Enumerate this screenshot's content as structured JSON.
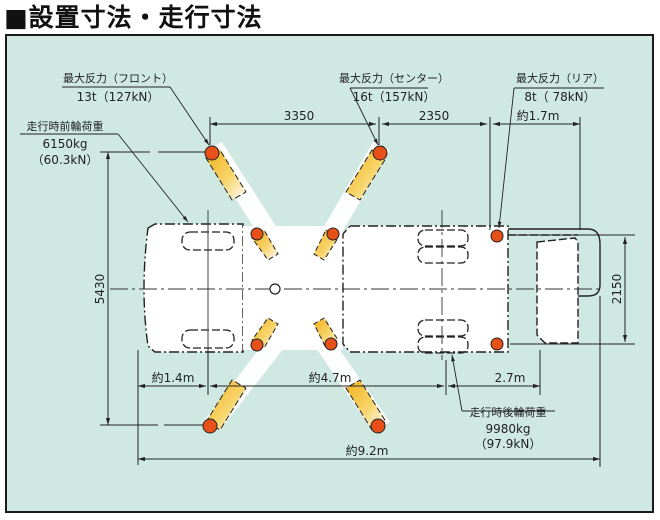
{
  "title": "■設置寸法・走行寸法",
  "colors": {
    "panel_bg": "#cfe8e2",
    "truck_fill": "#ffffff",
    "outrigger_pad": "#e8501a",
    "outrigger_beam": "#f2b11c",
    "line": "#222222"
  },
  "callouts": {
    "front_reaction": {
      "label": "最大反力（フロント）",
      "value": "13t（127kN）"
    },
    "center_reaction": {
      "label": "最大反力（センター）",
      "value": "16t（157kN）"
    },
    "rear_reaction": {
      "label": "最大反力（リア）",
      "value": "8t（ 78kN）"
    },
    "front_axle_load": {
      "label": "走行時前輪荷重",
      "value_kg": "6150kg",
      "value_kn": "（60.3kN）"
    },
    "rear_axle_load": {
      "label": "走行時後輪荷重",
      "value_kg": "9980kg",
      "value_kn": "（97.9kN）"
    }
  },
  "dimensions": {
    "top_span_front_center": "3350",
    "top_span_center_rear": "2350",
    "top_rear_overhang": "約1.7m",
    "outrigger_width": "5430",
    "vehicle_width": "2150",
    "front_overhang": "約1.4m",
    "wheelbase": "約4.7m",
    "rear_length": "2.7m",
    "overall_length": "約9.2m"
  },
  "icons": {
    "outrigger": "outrigger-pad-icon",
    "swing_center": "swing-center-icon"
  }
}
